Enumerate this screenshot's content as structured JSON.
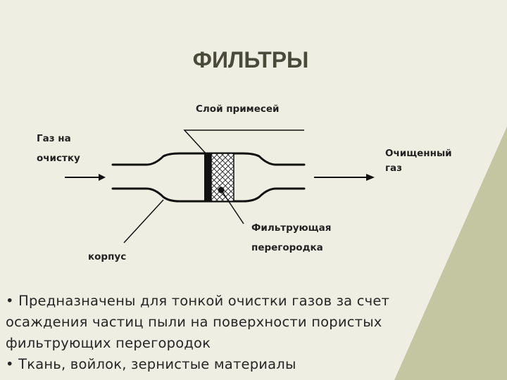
{
  "slide": {
    "title": "ФИЛЬТРЫ",
    "colors": {
      "background": "#efeee2",
      "accent_corner": "#c4c6a2",
      "text": "#262626"
    }
  },
  "diagram": {
    "labels": {
      "gas_in_line1": "Газ на",
      "gas_in_line2": "очистку",
      "impurity_layer": "Слой примесей",
      "clean_gas_line1": "Очищенный",
      "clean_gas_line2": "газ",
      "filter_partition_line1": "Фильтрующая",
      "filter_partition_line2": "перегородка",
      "housing": "корпус"
    }
  },
  "bullets": [
    "• Предназначены для тонкой очистки газов за счет осаждения частиц пыли на поверхности пористых фильтрующих перегородок",
    "• Ткань, войлок, зернистые материалы"
  ]
}
